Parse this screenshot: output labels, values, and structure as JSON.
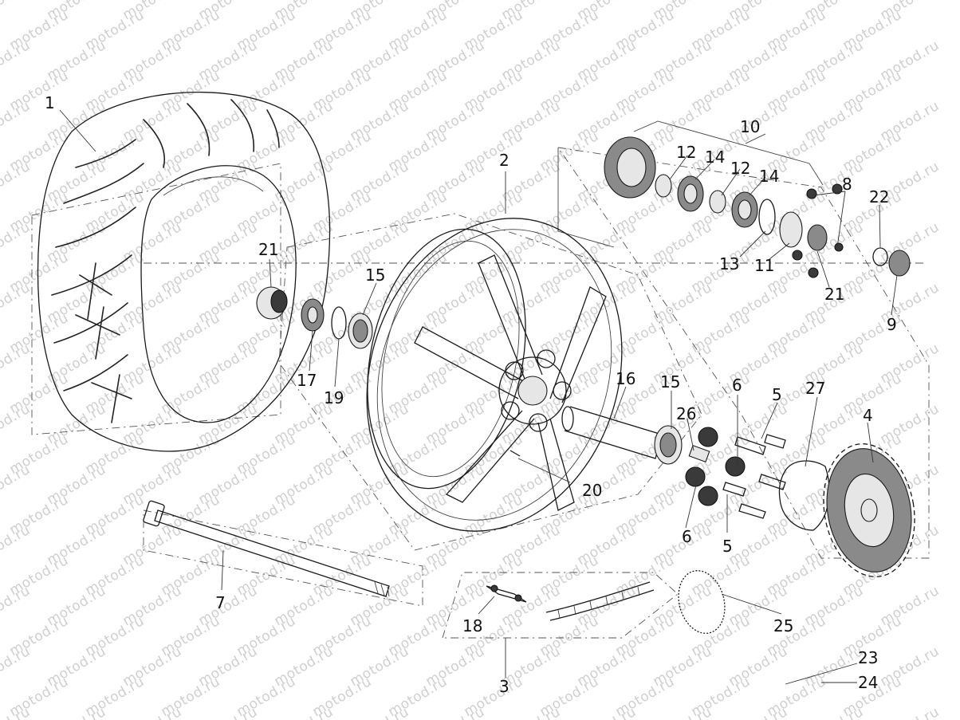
{
  "watermark": "motod.ru",
  "callouts": {
    "c1": "1",
    "c2": "2",
    "c3": "3",
    "c4": "4",
    "c5a": "5",
    "c5b": "5",
    "c6a": "6",
    "c6b": "6",
    "c7": "7",
    "c8": "8",
    "c9": "9",
    "c10": "10",
    "c11": "11",
    "c12a": "12",
    "c12b": "12",
    "c13": "13",
    "c14a": "14",
    "c14b": "14",
    "c15a": "15",
    "c15b": "15",
    "c16": "16",
    "c17": "17",
    "c18": "18",
    "c19": "19",
    "c20": "20",
    "c21a": "21",
    "c21b": "21",
    "c22": "22",
    "c23": "23",
    "c24": "24",
    "c25": "25",
    "c26": "26",
    "c27": "27"
  }
}
